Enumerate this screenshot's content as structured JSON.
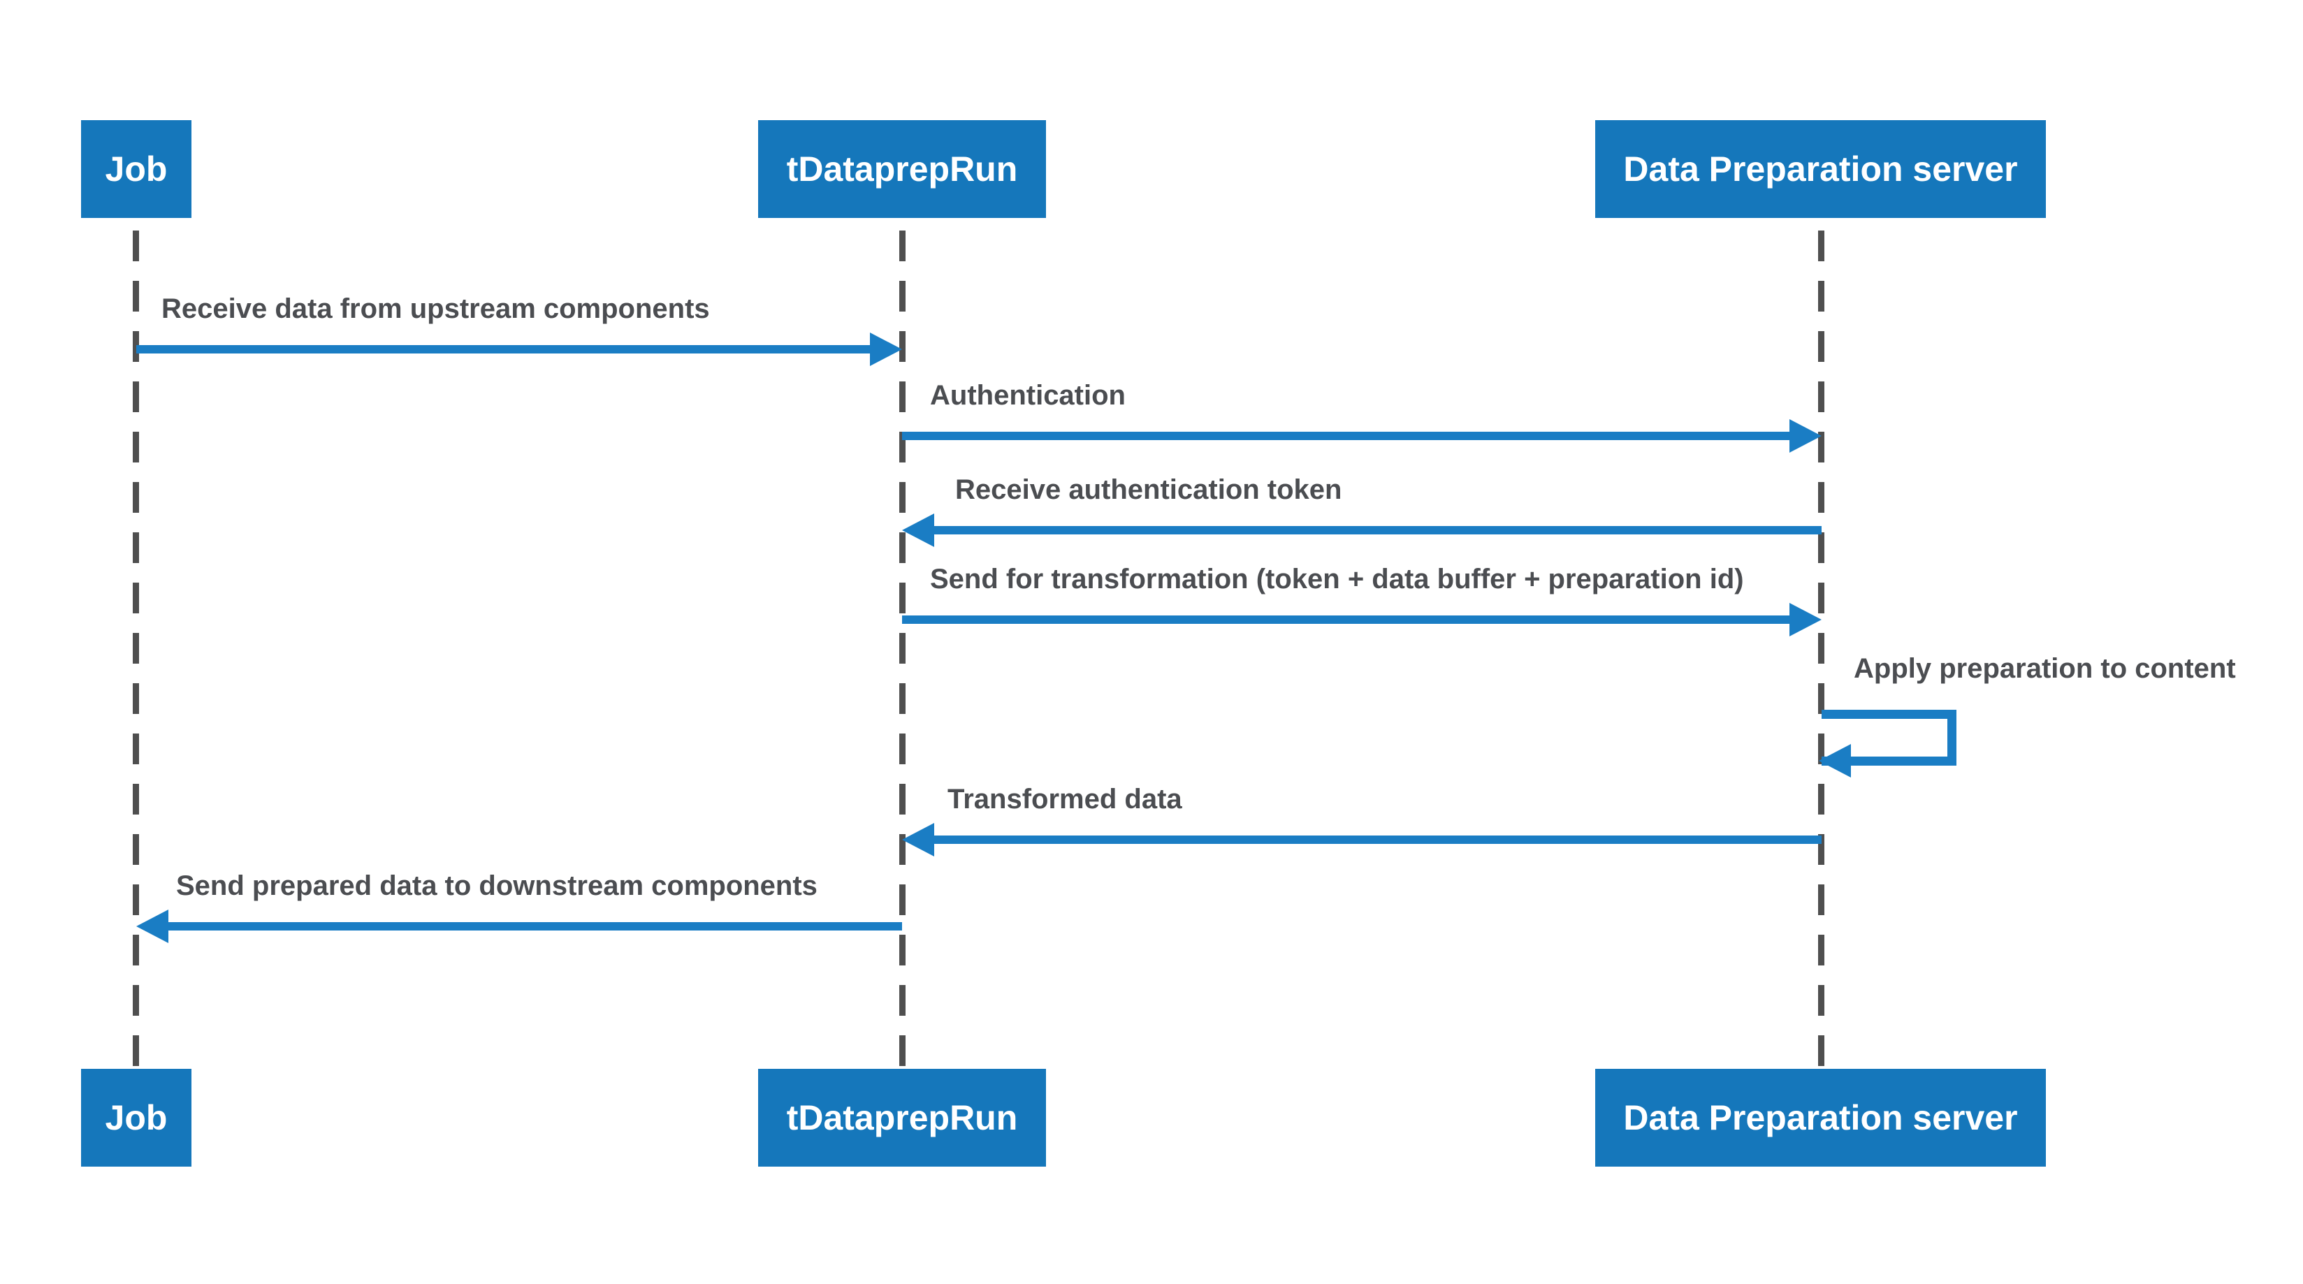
{
  "diagram": {
    "type": "sequence-diagram",
    "actors": [
      {
        "id": "job",
        "label": "Job"
      },
      {
        "id": "tdataprep",
        "label": "tDataprepRun"
      },
      {
        "id": "server",
        "label": "Data Preparation server"
      }
    ],
    "messages": [
      {
        "label": "Receive data from upstream components",
        "from": "job",
        "to": "tdataprep",
        "direction": "right"
      },
      {
        "label": "Authentication",
        "from": "tdataprep",
        "to": "server",
        "direction": "right"
      },
      {
        "label": "Receive authentication token",
        "from": "server",
        "to": "tdataprep",
        "direction": "left"
      },
      {
        "label": "Send for transformation (token + data buffer + preparation id)",
        "from": "tdataprep",
        "to": "server",
        "direction": "right"
      },
      {
        "label": "Apply preparation to content",
        "from": "server",
        "to": "server",
        "direction": "self"
      },
      {
        "label": "Transformed data",
        "from": "server",
        "to": "tdataprep",
        "direction": "left"
      },
      {
        "label": "Send prepared data to downstream components",
        "from": "tdataprep",
        "to": "job",
        "direction": "left"
      }
    ],
    "colors": {
      "actor_fill": "#1577bb",
      "actor_text": "#ffffff",
      "arrow": "#1a7dc4",
      "lifeline": "#4f4f4f",
      "label_text": "#4b4d51",
      "background": "#ffffff"
    }
  }
}
